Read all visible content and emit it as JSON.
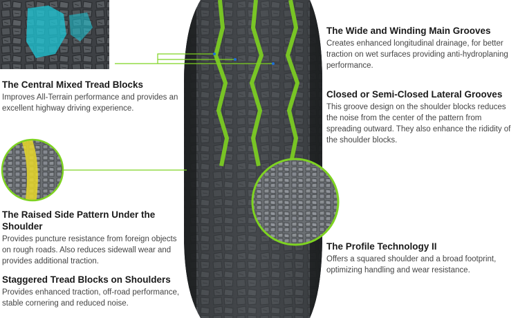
{
  "features": {
    "central": {
      "title": "The Central Mixed Tread Blocks",
      "desc": "Improves All-Terrain performance and provides an excellent highway driving experience."
    },
    "raised": {
      "title": "The Raised Side Pattern Under the Shoulder",
      "desc": "Provides puncture resistance from foreign objects on rough roads. Also reduces sidewall wear and provides additional traction."
    },
    "staggered": {
      "title": "Staggered Tread Blocks on Shoulders",
      "desc": "Provides enhanced traction, off-road performance, stable cornering and reduced noise."
    },
    "grooves": {
      "title": "The Wide and Winding Main Grooves",
      "desc": "Creates enhanced longitudinal drainage, for better traction on wet surfaces providing anti-hydroplaning performance."
    },
    "lateral": {
      "title": "Closed or Semi-Closed Lateral Grooves",
      "desc": "This groove design on the shoulder blocks reduces the noise from the center of the pattern from spreading outward.  They also enhance the rididity of the shoulder blocks."
    },
    "profile": {
      "title": "The Profile Technology II",
      "desc": "Offers a squared shoulder and a broad footprint, optimizing handling and wear resistance."
    }
  },
  "colors": {
    "accent_green": "#7ed321",
    "highlight_cyan": "#1ec8d8",
    "highlight_yellow": "#e8d82a",
    "rubber": "#3a3d40"
  },
  "icons": {
    "tread_closeup": "central-tread-closeup-image",
    "sidewall_circle": "sidewall-circle-image",
    "shoulder_circle": "shoulder-circle-image",
    "tire": "tire-tread-image"
  }
}
